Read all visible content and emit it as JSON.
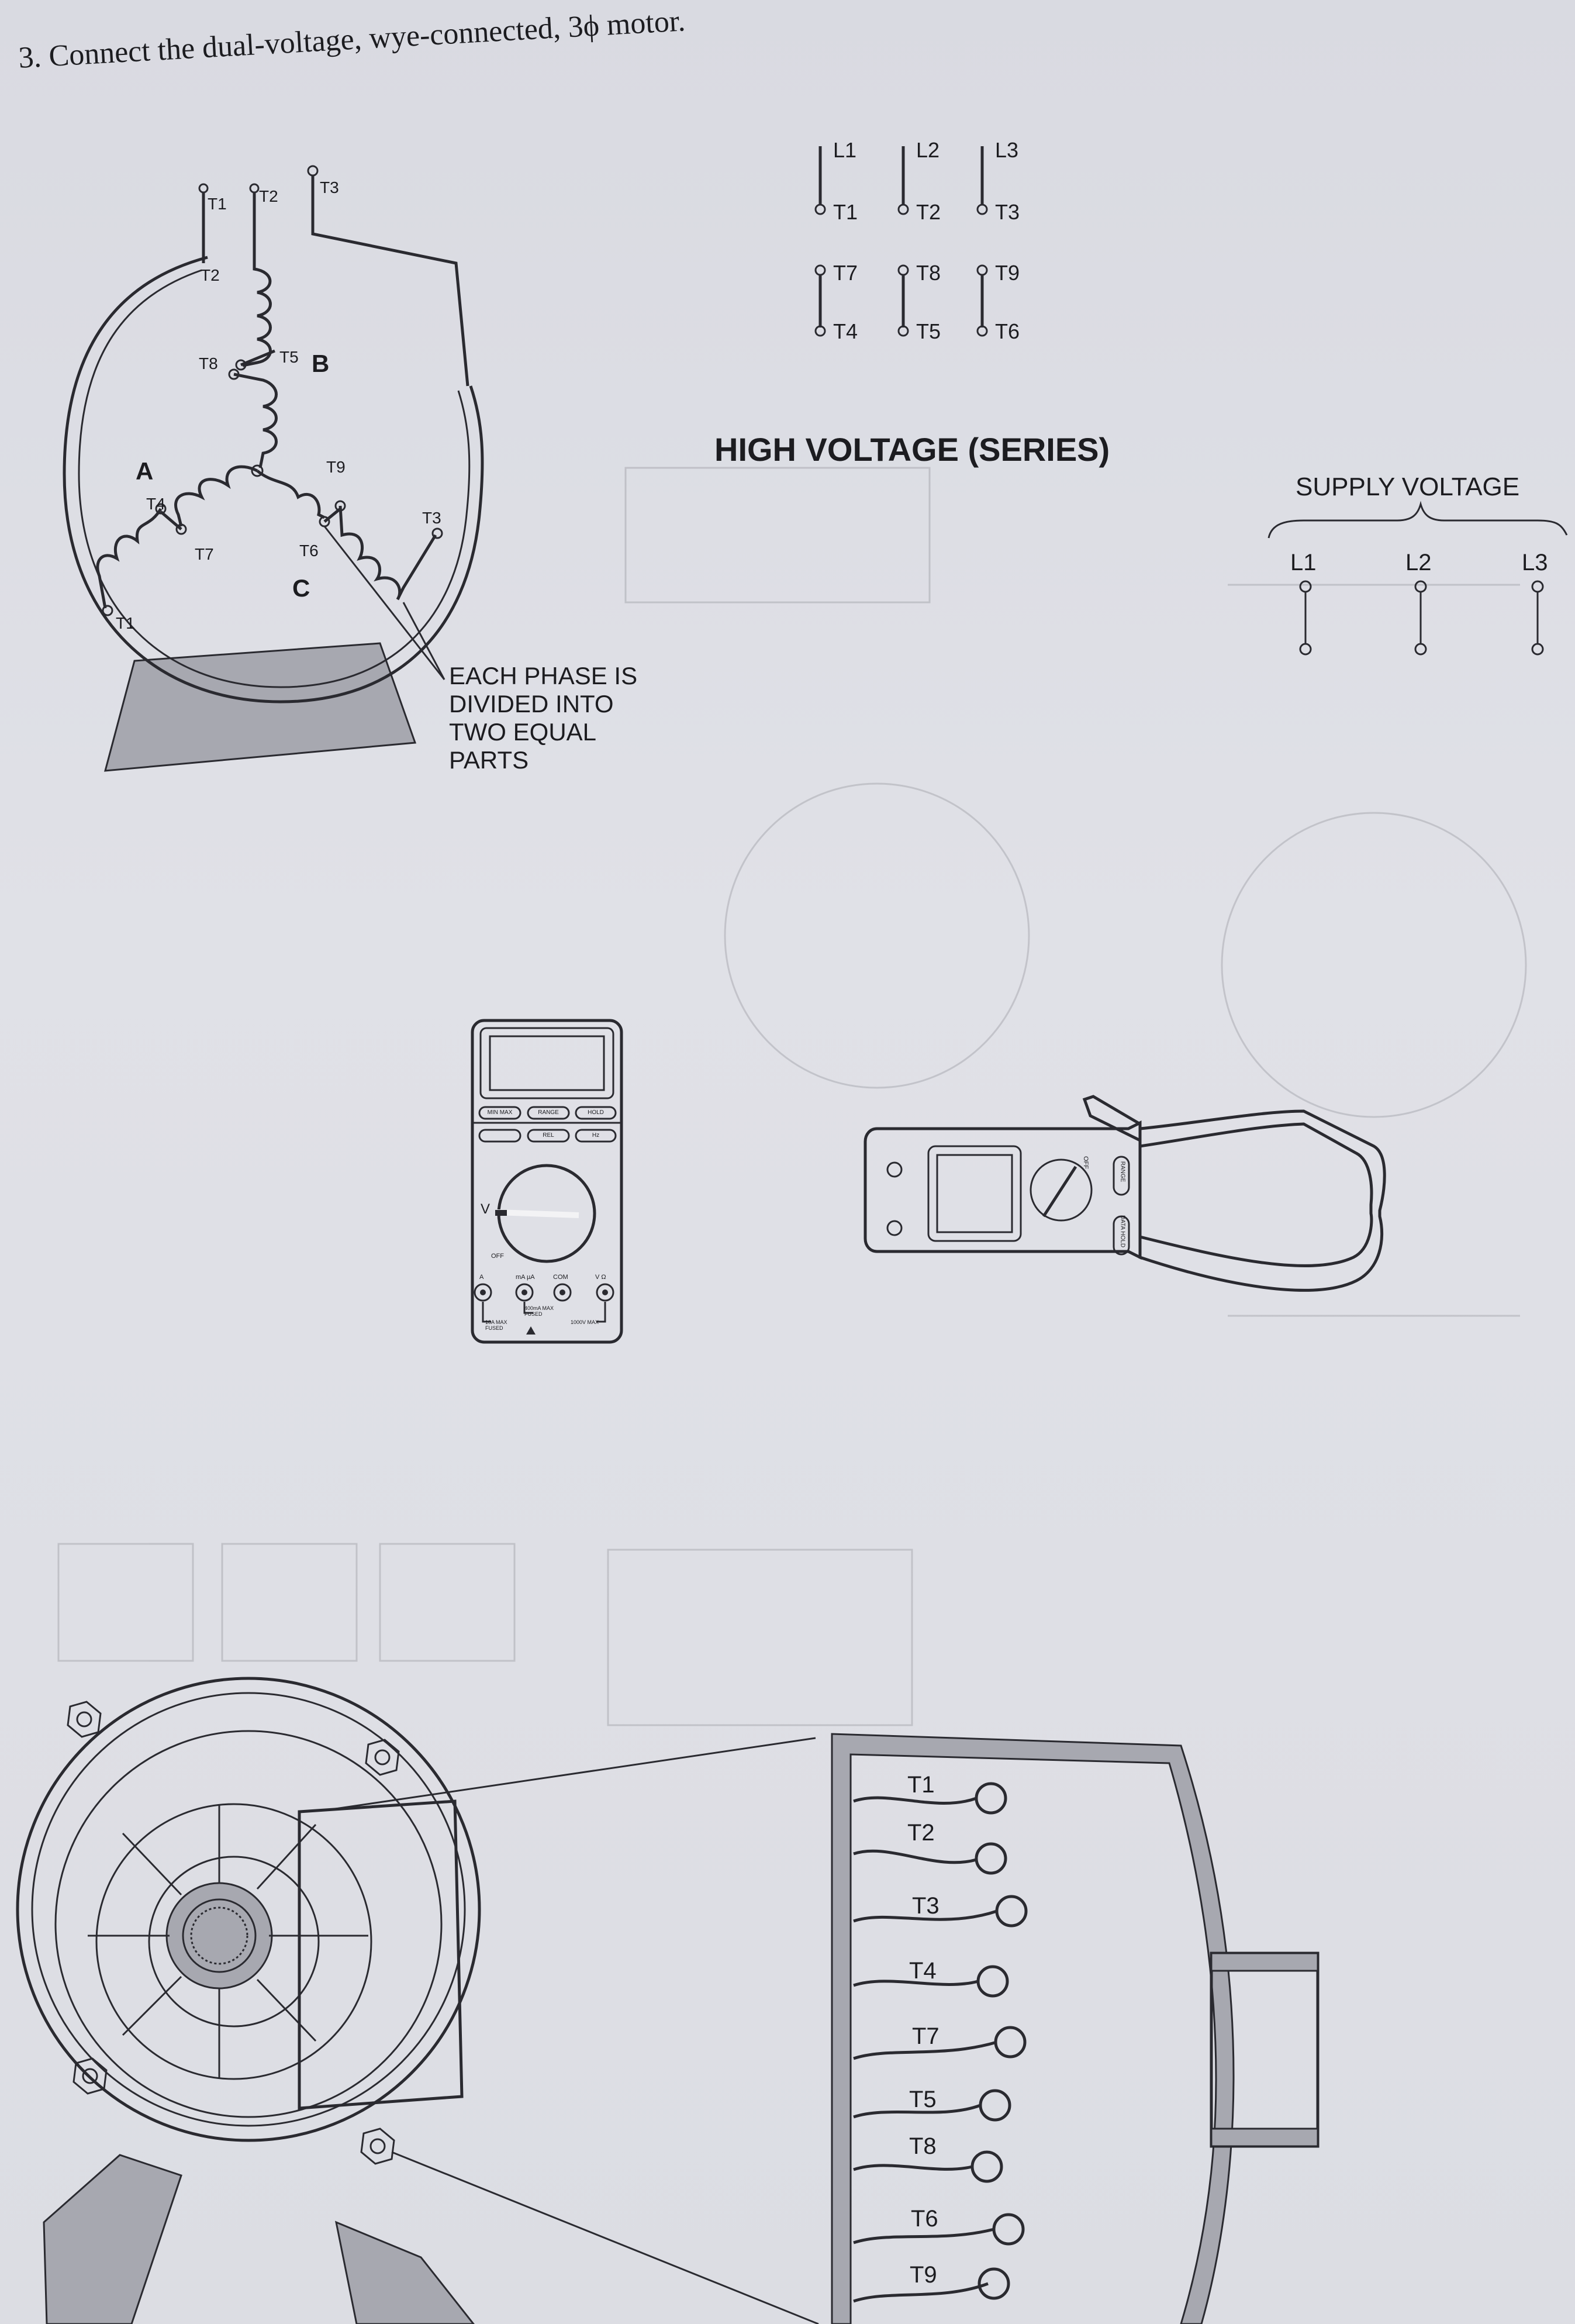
{
  "title": "3. Connect the dual-voltage, wye-connected, 3ϕ motor.",
  "heading": "HIGH VOLTAGE (SERIES)",
  "note": {
    "lines": [
      "EACH PHASE IS",
      "DIVIDED INTO",
      "TWO EQUAL",
      "PARTS"
    ]
  },
  "motor_diagram": {
    "phases": [
      "A",
      "B",
      "C"
    ],
    "terminals": [
      "T1",
      "T2",
      "T3",
      "T2",
      "T8",
      "T5",
      "T4",
      "T7",
      "T9",
      "T6",
      "T3",
      "T1"
    ]
  },
  "schematic": {
    "lines": [
      "L1",
      "L2",
      "L3"
    ],
    "top_terminals": [
      "T1",
      "T2",
      "T3"
    ],
    "upper_pairs": [
      "T7",
      "T8",
      "T9"
    ],
    "lower_pairs": [
      "T4",
      "T5",
      "T6"
    ]
  },
  "supply": {
    "title": "SUPPLY VOLTAGE",
    "lines": [
      "L1",
      "L2",
      "L3"
    ]
  },
  "multimeter": {
    "buttons": [
      "MIN MAX",
      "RANGE",
      "HOLD",
      "REL",
      "Hz"
    ],
    "dial_label": "V",
    "off_label": "OFF",
    "jacks": [
      "A",
      "mA µA",
      "COM",
      "V Ω"
    ],
    "ratings": [
      "10A MAX FUSED",
      "400mA MAX FUSED",
      "1000V MAX"
    ]
  },
  "clamp_meter": {
    "off_label": "OFF",
    "buttons": [
      "RANGE",
      "DATA HOLD"
    ]
  },
  "terminal_box": {
    "leads": [
      "T1",
      "T2",
      "T3",
      "T4",
      "T7",
      "T5",
      "T8",
      "T6",
      "T9"
    ]
  }
}
